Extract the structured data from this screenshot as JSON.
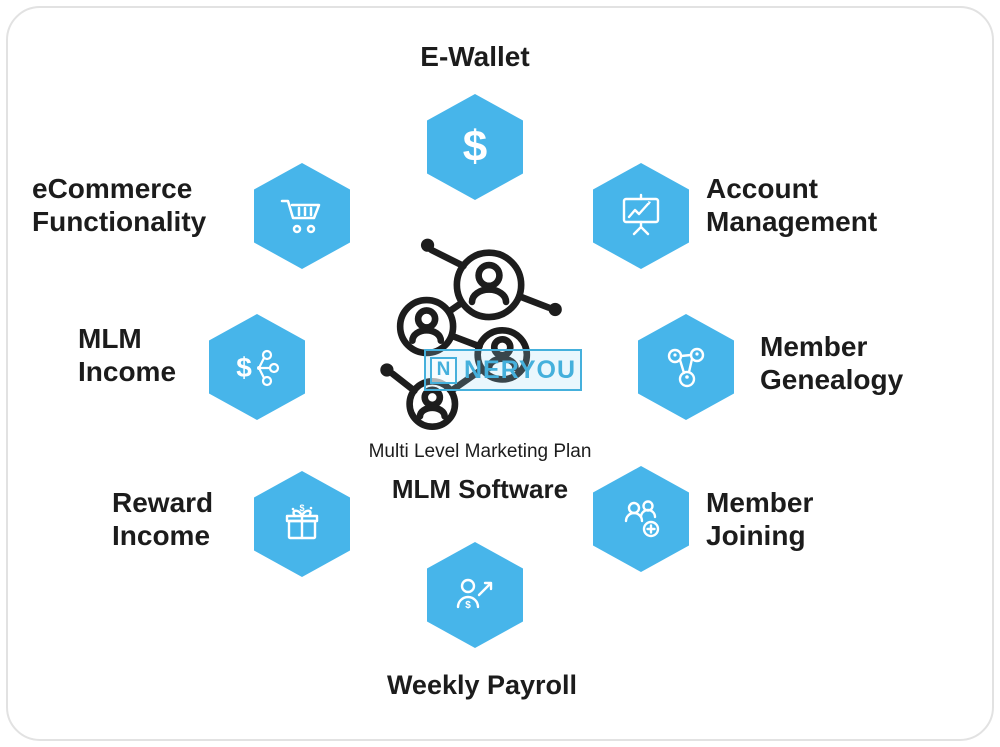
{
  "diagram": {
    "title": "MLM Software",
    "subtitle": "Multi Level Marketing Plan",
    "center_icon": "people-network-icon",
    "watermark": {
      "logo_letter": "N",
      "text": "NERYOU"
    }
  },
  "features": [
    {
      "id": "e-wallet",
      "icon": "dollar-icon",
      "label_lines": [
        "E-Wallet"
      ]
    },
    {
      "id": "account-management",
      "icon": "presentation-chart-icon",
      "label_lines": [
        "Account",
        "Management"
      ]
    },
    {
      "id": "member-genealogy",
      "icon": "genealogy-network-icon",
      "label_lines": [
        "Member",
        "Genealogy"
      ]
    },
    {
      "id": "member-joining",
      "icon": "member-group-plus-icon",
      "label_lines": [
        "Member",
        "Joining"
      ]
    },
    {
      "id": "weekly-payroll",
      "icon": "payroll-person-icon",
      "label_lines": [
        "Weekly Payroll"
      ]
    },
    {
      "id": "reward-income",
      "icon": "gift-icon",
      "label_lines": [
        "Reward",
        "Income"
      ]
    },
    {
      "id": "mlm-income",
      "icon": "dollar-network-icon",
      "label_lines": [
        "MLM",
        "Income"
      ]
    },
    {
      "id": "ecommerce-functionality",
      "icon": "shopping-cart-icon",
      "label_lines": [
        "eCommerce",
        "Functionality"
      ]
    }
  ],
  "colors": {
    "hexagon": "#47b5ea",
    "icon": "#ffffff",
    "text": "#1c1c1c",
    "center_icon": "#1d1d1d",
    "watermark": "#45b0dc",
    "frame": "#e2e2e2"
  }
}
